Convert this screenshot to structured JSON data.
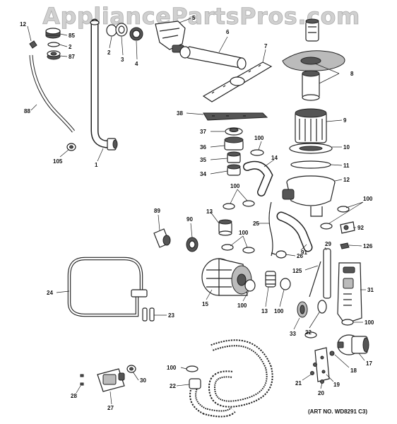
{
  "watermark": "AppliancePartsPros.com",
  "art_number": "(ART NO. WD8291 C3)",
  "colors": {
    "ink": "#222222",
    "shade": "#555555",
    "background": "#ffffff"
  },
  "callouts": {
    "c12": "12",
    "c85": "85",
    "c2a": "2",
    "c87": "87",
    "c88": "88",
    "c105": "105",
    "c1": "1",
    "c2b": "2",
    "c3": "3",
    "c4": "4",
    "c5": "5",
    "c6": "6",
    "c7": "7",
    "c8": "8",
    "c38": "38",
    "c37": "37",
    "c100a": "100",
    "c36": "36",
    "c35": "35",
    "c34": "34",
    "c9": "9",
    "c10": "10",
    "c11": "11",
    "c14": "14",
    "c12b": "12",
    "c100b": "100",
    "c100c": "100",
    "c89": "89",
    "c90": "90",
    "c13a": "13",
    "c100d": "100",
    "c25": "25",
    "c92": "92",
    "c29": "29",
    "c126": "126",
    "c26": "26",
    "c91": "91",
    "c125": "125",
    "c24": "24",
    "c15": "15",
    "c100e": "100",
    "c13b": "13",
    "c100f": "100",
    "c31": "31",
    "c33": "33",
    "c32": "32",
    "c100g": "100",
    "c23": "23",
    "c17": "17",
    "c18": "18",
    "c100h": "100",
    "c30": "30",
    "c22": "22",
    "c19": "19",
    "c21": "21",
    "c20": "20",
    "c28": "28",
    "c27": "27"
  }
}
